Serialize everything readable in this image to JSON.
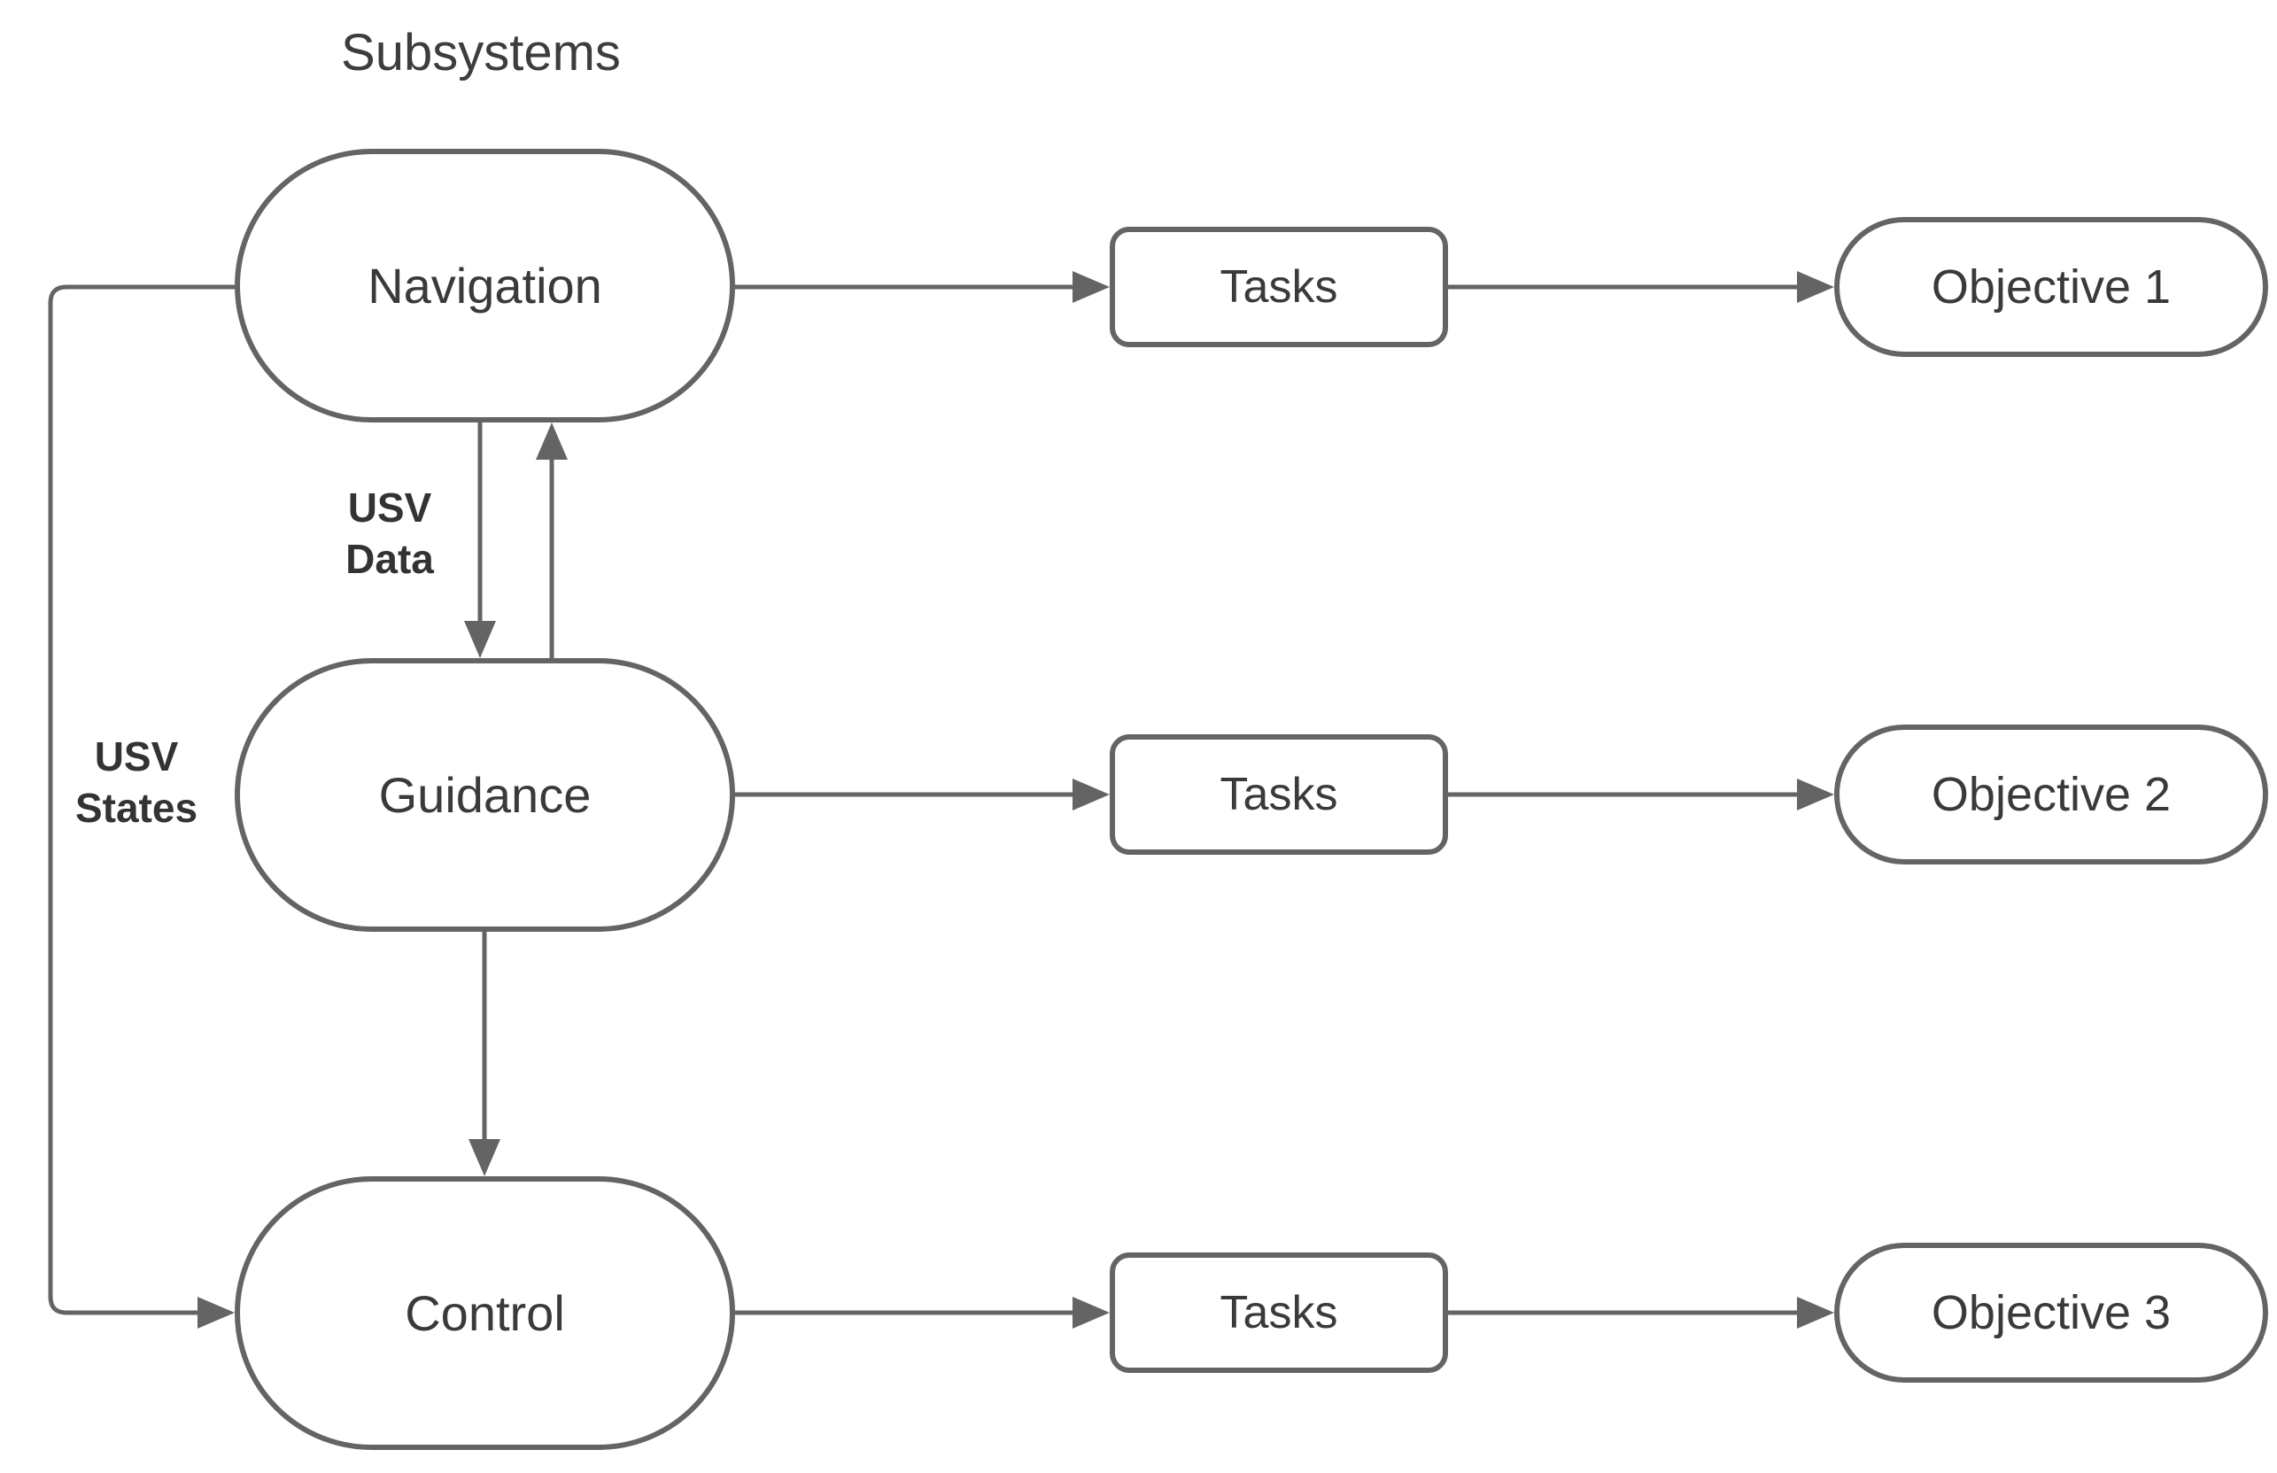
{
  "title": "Subsystems",
  "colors": {
    "stroke": "#646464",
    "node_fill": "#ffffff",
    "node_text": "#3a3a3a",
    "label_text": "#333333",
    "background": "#ffffff"
  },
  "rows": [
    {
      "subsystem": "Navigation",
      "task": "Tasks",
      "objective": "Objective 1"
    },
    {
      "subsystem": "Guidance",
      "task": "Tasks",
      "objective": "Objective 2"
    },
    {
      "subsystem": "Control",
      "task": "Tasks",
      "objective": "Objective 3"
    }
  ],
  "edge_labels": {
    "usv_data": {
      "line1": "USV",
      "line2": "Data"
    },
    "usv_states": {
      "line1": "USV",
      "line2": "States"
    }
  }
}
